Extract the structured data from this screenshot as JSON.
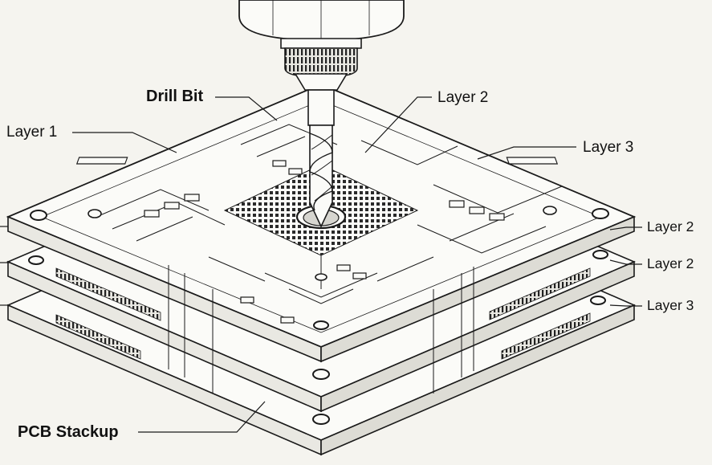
{
  "labels": {
    "drill_bit": "Drill Bit",
    "layer_1": "Layer 1",
    "layer_2_top": "Layer 2",
    "layer_3_top": "Layer 3",
    "layer_2_right_a": "Layer 2",
    "layer_2_right_b": "Layer 2",
    "layer_3_right": "Layer 3",
    "pcb_stackup": "PCB Stackup"
  },
  "colors": {
    "background": "#f5f4ef",
    "board_top": "#fbfbf8",
    "board_side": "#e9e8e2",
    "ink": "#1a1a1a"
  }
}
